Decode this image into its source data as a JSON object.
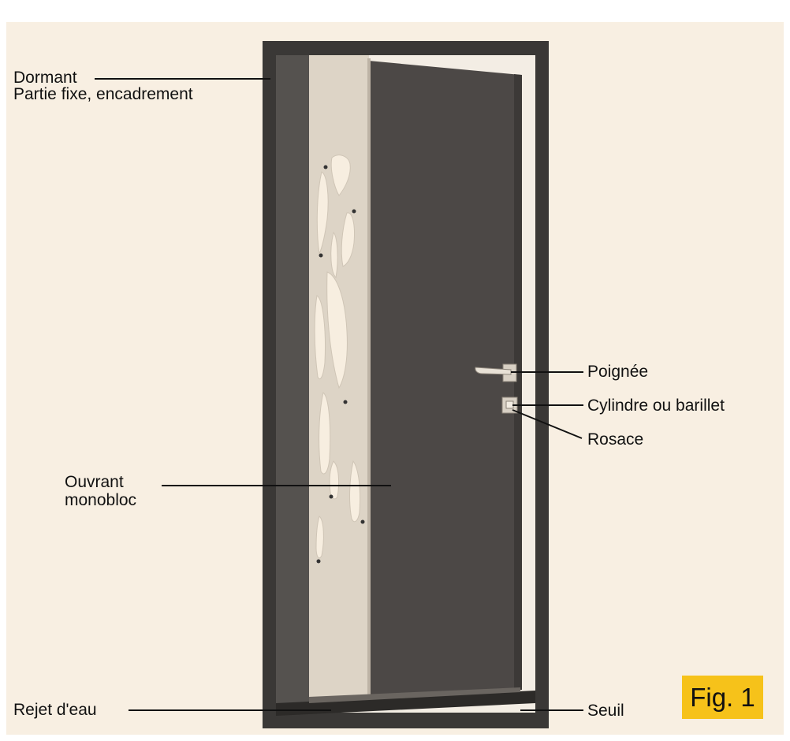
{
  "labels": {
    "dormant": "Dormant",
    "dormant_sub": "Partie fixe, encadrement",
    "ouvrant_line1": "Ouvrant",
    "ouvrant_line2": "monobloc",
    "rejet": "Rejet d'eau",
    "poignee": "Poignée",
    "cylindre": "Cylindre ou barillet",
    "rosace": "Rosace",
    "seuil": "Seuil"
  },
  "figure_tag": "Fig. 1",
  "colors": {
    "background": "#f8efe2",
    "frame": "#3a3836",
    "door_leaf": "#4c4846",
    "glass_panel": "#ddd4c6",
    "glass_cutout": "#f7eee0",
    "badge": "#f6c21a",
    "leader_line": "#111111"
  }
}
